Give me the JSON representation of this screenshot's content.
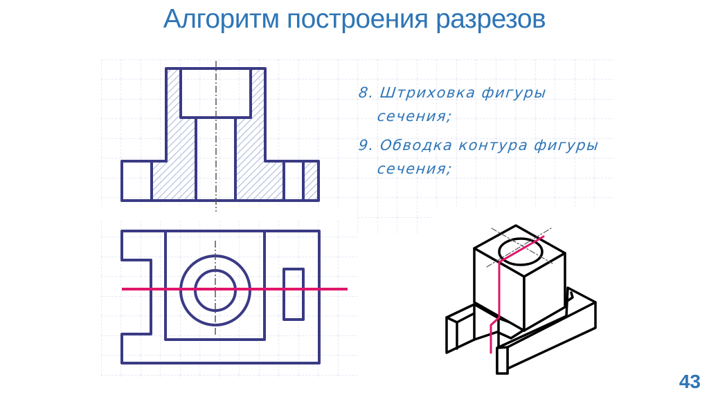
{
  "slide": {
    "title": "Алгоритм построения разрезов",
    "page_number": "43",
    "colors": {
      "title": "#2e75b6",
      "outline": "#3a3a85",
      "hatch": "#a8b4d8",
      "cut_plane": "#e0156a",
      "grid": "#d6dcef",
      "iso_outline": "#000000"
    }
  },
  "steps": [
    {
      "number": "8.",
      "line1": "Штриховка фигуры",
      "line2": "сечения;"
    },
    {
      "number": "9.",
      "line1": "Обводка контура фигуры",
      "line2": "сечения;"
    }
  ],
  "drawings": {
    "front_view": "front-section-view",
    "top_view": "top-view-with-cut-line",
    "isometric": "isometric-view-with-cut"
  }
}
